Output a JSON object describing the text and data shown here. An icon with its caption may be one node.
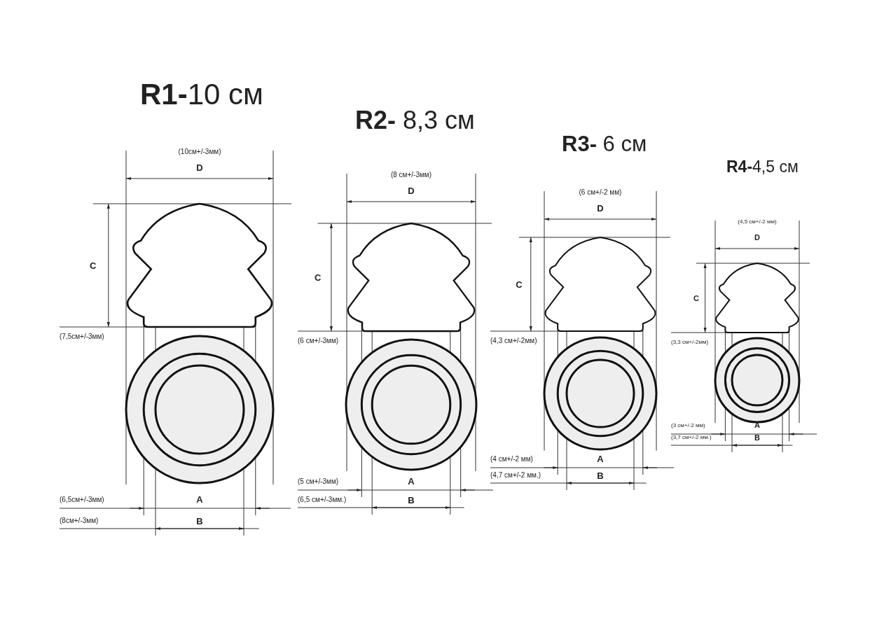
{
  "diagram": {
    "labels": [
      "**R1-**10 см",
      "(10см+/-3мм)",
      "D",
      "C",
      "(7,5см+/-3мм)",
      "(6,5см+/-3мм)",
      "A",
      "(8см+/-3мм)",
      "B",
      "**R2-** 8,3 см",
      "(8 см+/-3мм)",
      "D",
      "C",
      "(6 см+/-3мм)",
      "(5 см+/-3мм)",
      "A",
      "(6,5 см+/-3мм.)",
      "B",
      "**R3-** 6 см",
      "(6 см+/-2 мм)",
      "D",
      "C",
      "(4,3 см+/-2мм)",
      "(4 см+/-2 мм)",
      "A",
      "(4,7 см+/-2 мм.)",
      "B",
      "**R4-**4,5 см",
      "(4,5 см+/-2 мм)",
      "D",
      "C",
      "(3,3 см+/-2мм)",
      "(3 см+/-2 мм)",
      "A",
      "(3,7 см+/-2 мм.)",
      "B"
    ]
  }
}
